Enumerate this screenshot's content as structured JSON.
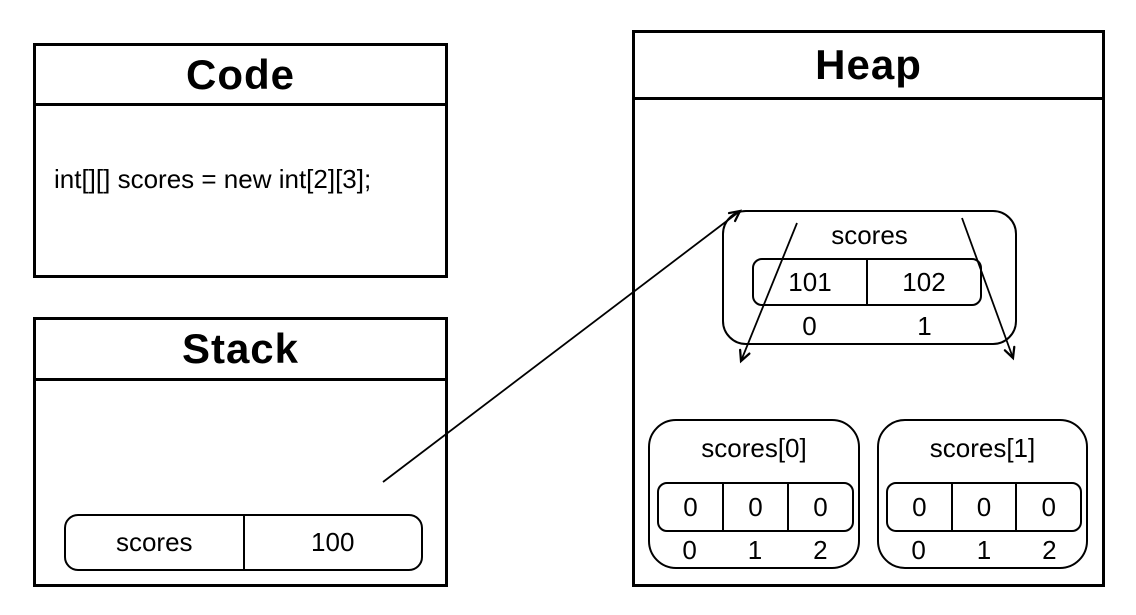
{
  "colors": {
    "stroke": "#000000",
    "background": "#ffffff"
  },
  "code_panel": {
    "title": "Code",
    "code_line": "int[][] scores = new int[2][3];"
  },
  "stack_panel": {
    "title": "Stack",
    "variable": {
      "name": "scores",
      "value": "100"
    }
  },
  "heap_panel": {
    "title": "Heap",
    "scores_object": {
      "label": "scores",
      "cells": [
        "101",
        "102"
      ],
      "indices": [
        "0",
        "1"
      ]
    },
    "row0_object": {
      "label": "scores[0]",
      "cells": [
        "0",
        "0",
        "0"
      ],
      "indices": [
        "0",
        "1",
        "2"
      ]
    },
    "row1_object": {
      "label": "scores[1]",
      "cells": [
        "0",
        "0",
        "0"
      ],
      "indices": [
        "0",
        "1",
        "2"
      ]
    }
  }
}
